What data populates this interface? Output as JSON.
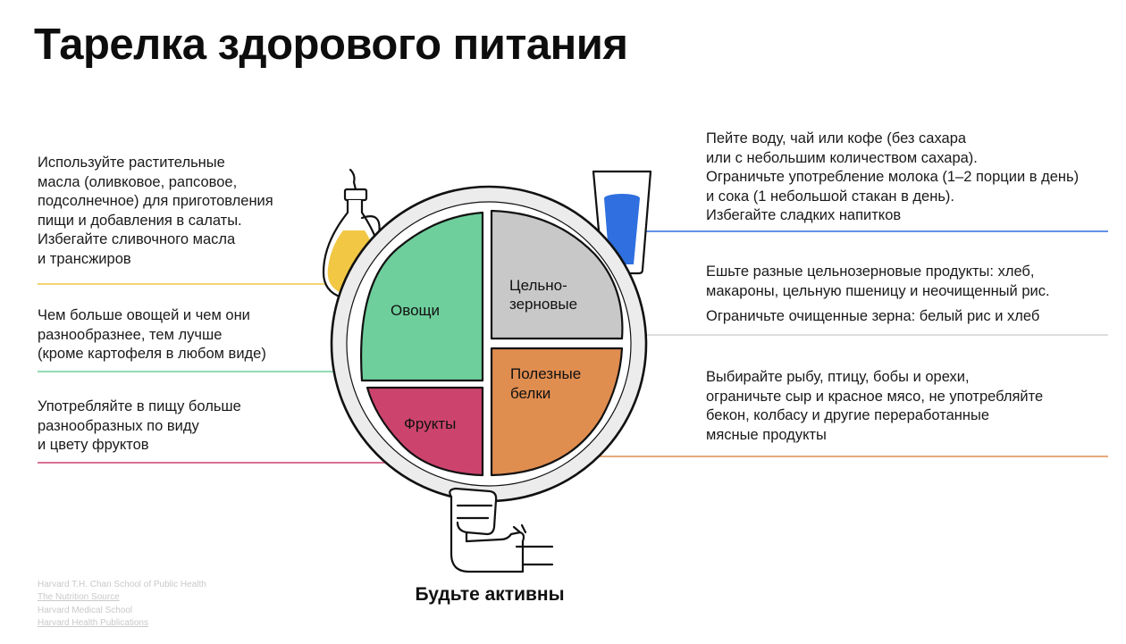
{
  "title": "Тарелка здорового питания",
  "left_notes": {
    "oils": "Используйте растительные\nмасла (оливковое, рапсовое,\nподсолнечное) для приготовления\nпищи и добавления в салаты.\nИзбегайте сливочного масла\nи трансжиров",
    "vegetables": "Чем больше овощей и чем они\nразнообразнее, тем лучше\n(кроме картофеля в любом виде)",
    "fruits": "Употребляйте в пищу больше\nразнообразных по виду\nи цвету фруктов"
  },
  "right_notes": {
    "water": "Пейте воду, чай или кофе (без сахара\nили с небольшим количеством сахара).\nОграничьте употребление молока (1–2 порции в день)\nи сока (1 небольшой стакан в день).\nИзбегайте сладких напитков",
    "grains": "Ешьте разные цельнозерновые продукты: хлеб,\nмакароны, цельную пшеницу и неочищенный рис.",
    "grains_limit": "Ограничьте очищенные зерна: белый рис и хлеб",
    "protein": "Выбирайте рыбу, птицу, бобы и орехи,\nограничьте сыр и красное мясо, не употребляйте\nбекон, колбасу и другие переработанные\nмясные продукты"
  },
  "plate": {
    "vegetables": "Овощи",
    "grains_line1": "Цельно-",
    "grains_line2": "зерновые",
    "protein_line1": "Полезные",
    "protein_line2": "белки",
    "fruits": "Фрукты"
  },
  "active": "Будьте активны",
  "sources": [
    "Harvard T.H. Chan School of Public Health",
    "The Nutrition Source",
    "Harvard Medical School",
    "Harvard Health Publications"
  ],
  "colors": {
    "vegetables": "#6ecf9c",
    "grains": "#c8c8c8",
    "protein": "#e08d50",
    "fruits": "#cc446e",
    "oil": "#f2c744",
    "water": "#2f6fe0",
    "grains_line": "#d4d4d4",
    "plate_rim": "#ececec"
  }
}
